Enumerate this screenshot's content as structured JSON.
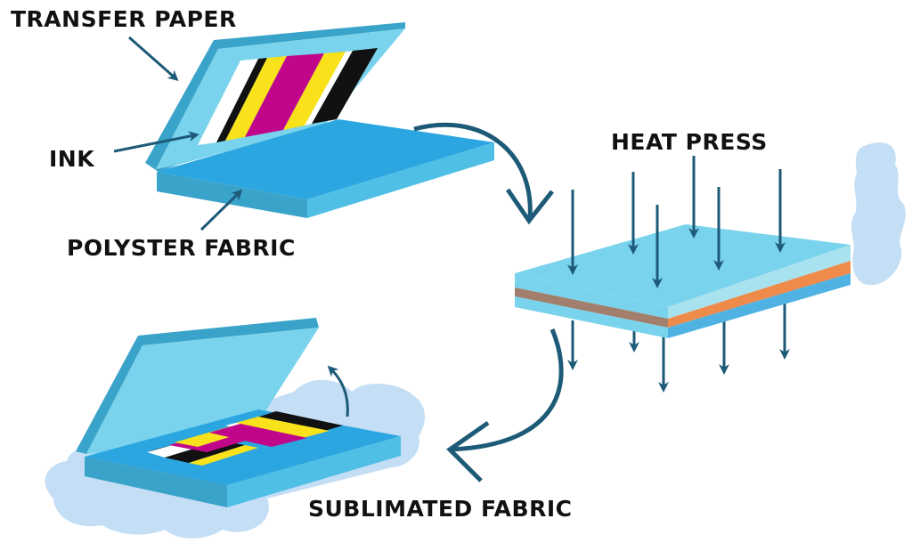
{
  "labels": {
    "transfer_paper": "TRANSFER PAPER",
    "ink": "INK",
    "polyster_fabric": "POLYSTER FABRIC",
    "heat_press": "HEAT PRESS",
    "sublimated_fabric": "SUBLIMATED FABRIC"
  },
  "colors": {
    "arrow": "#1d5a78",
    "sheet_light": "#7ad3ec",
    "sheet_medium": "#4fbfe6",
    "sheet_dark": "#2ba6e0",
    "sheet_edge": "#3aa3c9",
    "steam": "#c3def5",
    "ink_black": "#111111",
    "ink_yellow": "#f9e21b",
    "ink_magenta": "#c0068a",
    "layer_brown": "#a17f6c",
    "layer_orange": "#ee8a4a",
    "layer_pale": "#a9e2ef",
    "layer_blue": "#4fb2e3"
  },
  "ink_stripes": [
    "white",
    "black",
    "yellow",
    "magenta",
    "yellow",
    "white",
    "black"
  ]
}
